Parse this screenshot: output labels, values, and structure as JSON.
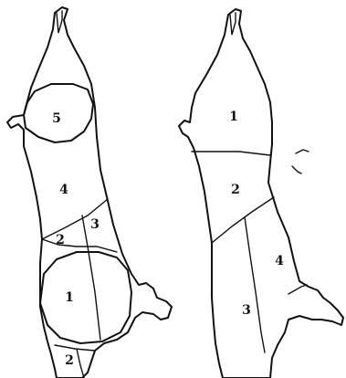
{
  "left_carcass": {
    "region_labels": [
      "5",
      "4",
      "3",
      "2",
      "1",
      "2"
    ]
  },
  "right_carcass": {
    "region_labels": [
      "1",
      "2",
      "4",
      "3"
    ]
  }
}
